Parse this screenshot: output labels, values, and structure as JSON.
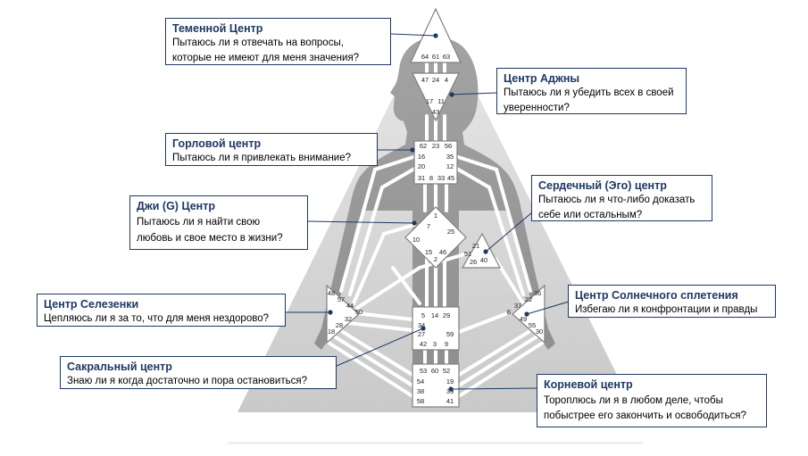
{
  "gates": {
    "head": [
      "64",
      "61",
      "63"
    ],
    "ajna_top": [
      "47",
      "24",
      "4"
    ],
    "ajna_mid": [
      "17",
      "11"
    ],
    "ajna_low": "43",
    "throat_top": [
      "62",
      "23",
      "56"
    ],
    "throat_left": [
      "16",
      "20"
    ],
    "throat_right": [
      "35",
      "12"
    ],
    "throat_bottom": [
      "31",
      "8",
      "33",
      "45"
    ],
    "g_top": [
      "1",
      "7"
    ],
    "g_left": "10",
    "g_right": "25",
    "g_bottom": [
      "15",
      "2",
      "46"
    ],
    "ego": [
      "21",
      "51",
      "26",
      "40"
    ],
    "spleen": [
      "48",
      "57",
      "44",
      "50",
      "32",
      "28",
      "18"
    ],
    "solar": [
      "36",
      "22",
      "37",
      "6",
      "49",
      "55",
      "30"
    ],
    "sacral_top": [
      "5",
      "14",
      "29"
    ],
    "sacral_side": [
      "34",
      "27",
      "59"
    ],
    "sacral_bottom": [
      "42",
      "3",
      "9"
    ],
    "root_top": [
      "53",
      "60",
      "52"
    ],
    "root_left": [
      "54",
      "38",
      "58"
    ],
    "root_right": [
      "19",
      "39",
      "41"
    ]
  },
  "callouts": {
    "head": {
      "title": "Теменной Центр",
      "lines": [
        "Пытаюсь ли я отвечать на вопросы,",
        "которые не имеют для меня значения?"
      ]
    },
    "ajna": {
      "title": "Центр Аджны",
      "lines": [
        "Пытаюсь ли я убедить всех в своей",
        "уверенности?"
      ]
    },
    "throat": {
      "title": "Горловой центр",
      "lines": [
        "Пытаюсь ли я привлекать внимание?"
      ]
    },
    "ego": {
      "title": "Сердечный (Эго) центр",
      "lines": [
        "Пытаюсь ли я что-либо доказать",
        "себе или остальным?"
      ]
    },
    "g": {
      "title": "Джи (G) Центр",
      "lines": [
        "Пытаюсь ли я найти свою",
        "любовь и свое место в жизни?"
      ]
    },
    "spleen": {
      "title": "Центр Селезенки",
      "lines": [
        "Цепляюсь ли я за то, что для меня нездорово?"
      ]
    },
    "solar": {
      "title": "Центр Солнечного сплетения",
      "lines": [
        "Избегаю ли я конфронтации и правды"
      ]
    },
    "sacral": {
      "title": "Сакральный центр",
      "lines": [
        "Знаю ли я когда достаточно и пора остановиться?"
      ]
    },
    "root": {
      "title": "Корневой центр",
      "lines": [
        "Тороплюсь ли я в любом деле, чтобы",
        "побыстрее его закончить и освободиться?"
      ]
    }
  },
  "colors": {
    "accent": "#1f3864",
    "pyramid": "#d9d9d9",
    "silhouette": "#a9a9a9",
    "channel": "#ffffff",
    "center_fill": "#ffffff",
    "center_stroke": "#7f7f7f"
  }
}
